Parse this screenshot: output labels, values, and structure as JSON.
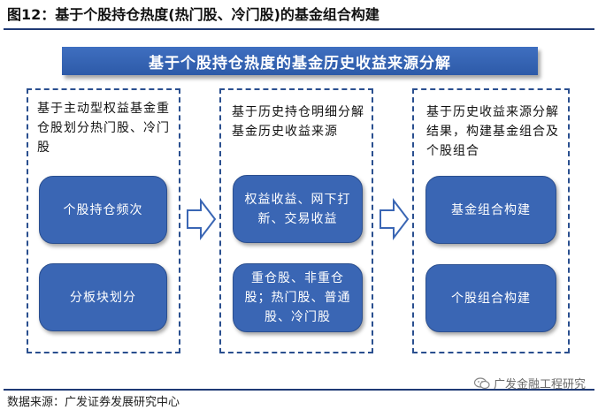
{
  "figure": {
    "title": "图12：基于个股持仓热度(热门股、冷门股)的基金组合构建",
    "banner": "基于个股持仓热度的基金历史收益来源分解"
  },
  "panels": [
    {
      "text": "基于主动型权益基金重仓股划分热门股、冷门股",
      "pills": [
        "个股持仓频次",
        "分板块划分"
      ]
    },
    {
      "text": "基于历史持仓明细分解基金历史收益来源",
      "pills": [
        "权益收益、网下打新、交易收益",
        "重仓股、非重仓股；热门股、普通股、冷门股"
      ]
    },
    {
      "text": "基于历史收益来源分解结果，构建基金组合及个股组合",
      "pills": [
        "基金组合构建",
        "个股组合构建"
      ]
    }
  ],
  "footer": {
    "source": "数据来源：广发证券发展研究中心",
    "watermark": "广发金融工程研究",
    "watermark_icon": "wechat-icon"
  },
  "colors": {
    "title_rule": "#1f3a75",
    "banner": "#2d5aa8",
    "pill": "#3a66b4",
    "panel_border": "#2a4f8f"
  }
}
